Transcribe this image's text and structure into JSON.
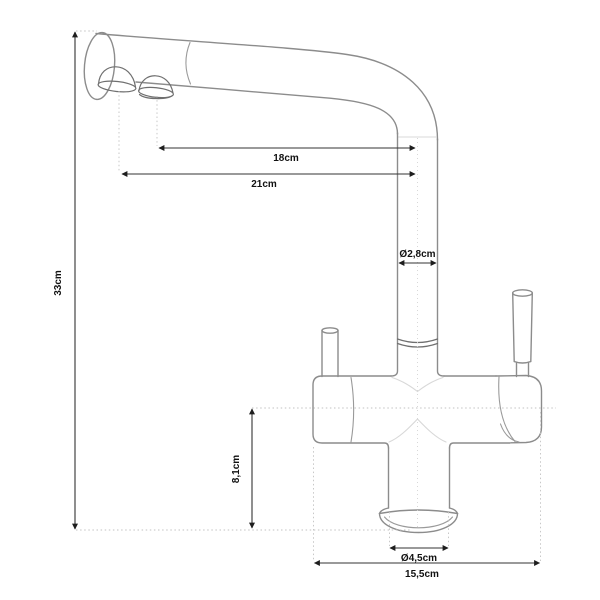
{
  "diagram": {
    "type": "technical-drawing",
    "subject": "three-way kitchen faucet dimensional drawing",
    "background": "#ffffff",
    "colors": {
      "outline": "#8c8c8c",
      "outline_dark": "#6f6f6f",
      "faint_detail": "#d8d8d8",
      "dotted_reference": "#c2c2c2",
      "dimension_line": "#333333",
      "label_text": "#111111"
    },
    "dimensions": {
      "total_height": "33cm",
      "spout_reach_front": "18cm",
      "spout_reach_rear": "21cm",
      "spout_pipe_diameter": "Ø2,8cm",
      "body_height": "8,1cm",
      "base_diameter": "Ø4,5cm",
      "overall_width": "15,5cm"
    }
  }
}
